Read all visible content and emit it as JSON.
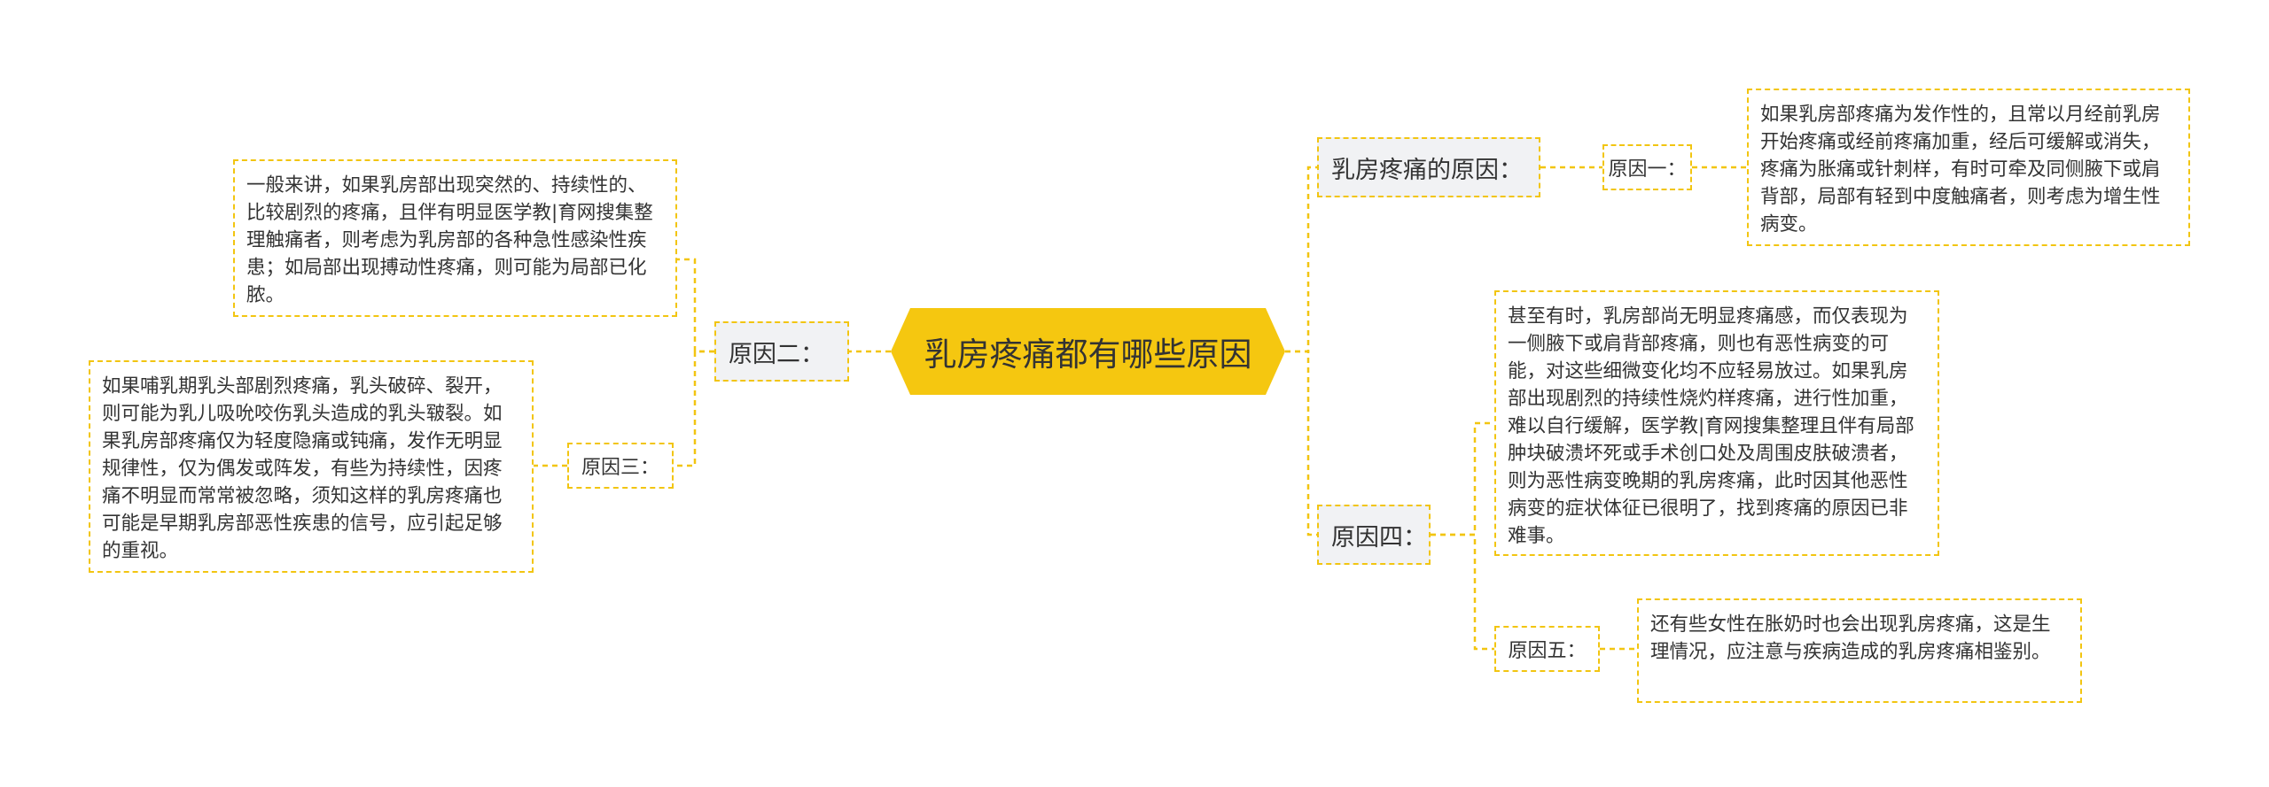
{
  "mindmap": {
    "central": "乳房疼痛都有哪些原因",
    "branches": {
      "b1": "乳房疼痛的原因：",
      "b2": "原因二：",
      "b4": "原因四："
    },
    "subs": {
      "s1": "原因一：",
      "s3": "原因三：",
      "s5": "原因五："
    },
    "details": {
      "d1": "如果乳房部疼痛为发作性的，且常以月经前乳房开始疼痛或经前疼痛加重，经后可缓解或消失，疼痛为胀痛或针刺样，有时可牵及同侧腋下或肩背部，局部有轻到中度触痛者，则考虑为增生性病变。",
      "d2": "一般来讲，如果乳房部出现突然的、持续性的、比较剧烈的疼痛，且伴有明显医学教|育网搜集整理触痛者，则考虑为乳房部的各种急性感染性疾患；如局部出现搏动性疼痛，则可能为局部已化脓。",
      "d3": "如果哺乳期乳头部剧烈疼痛，乳头破碎、裂开，则可能为乳儿吸吮咬伤乳头造成的乳头皲裂。如果乳房部疼痛仅为轻度隐痛或钝痛，发作无明显规律性，仅为偶发或阵发，有些为持续性，因疼痛不明显而常常被忽略，须知这样的乳房疼痛也可能是早期乳房部恶性疾患的信号，应引起足够的重视。",
      "d4": "甚至有时，乳房部尚无明显疼痛感，而仅表现为一侧腋下或肩背部疼痛，则也有恶性病变的可能，对这些细微变化均不应轻易放过。如果乳房部出现剧烈的持续性烧灼样疼痛，进行性加重，难以自行缓解，医学教|育网搜集整理且伴有局部肿块破溃坏死或手术创口处及周围皮肤破溃者，则为恶性病变晚期的乳房疼痛，此时因其他恶性病变的症状体征已很明了，找到疼痛的原因已非难事。",
      "d5": "还有些女性在胀奶时也会出现乳房疼痛，这是生理情况，应注意与疾病造成的乳房疼痛相鉴别。"
    },
    "colors": {
      "accent": "#f2c511",
      "central_fill": "#f5c710",
      "branch_fill": "#f1f2f4"
    }
  }
}
